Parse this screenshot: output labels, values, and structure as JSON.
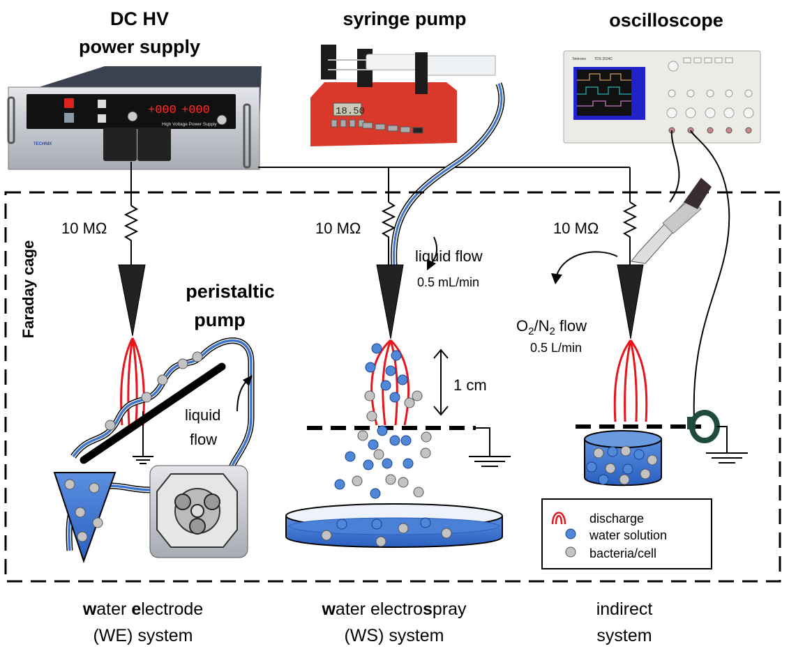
{
  "titles": {
    "power_supply_line1": "DC HV",
    "power_supply_line2": "power supply",
    "syringe_pump": "syringe pump",
    "oscilloscope": "oscilloscope"
  },
  "devices": {
    "power_supply_display_kv": "+000",
    "power_supply_display_ma": "+000",
    "power_supply_caption": "High Voltage Power Supply",
    "power_supply_brand": "TECHNIX",
    "syringe_display": "18.50",
    "oscilloscope_brand": "Tektronix",
    "oscilloscope_model": "TDS 2024C"
  },
  "cage_label": "Faraday cage",
  "resistor_label": "10 MΩ",
  "we": {
    "pump_line1": "peristaltic",
    "pump_line2": "pump",
    "flow_line1": "liquid",
    "flow_line2": "flow",
    "label_line1": [
      {
        "t": "w",
        "b": true
      },
      {
        "t": "ater ",
        "b": false
      },
      {
        "t": "e",
        "b": true
      },
      {
        "t": "lectrode",
        "b": false
      }
    ],
    "label_line2": "(WE) system"
  },
  "ws": {
    "flow_label": "liquid flow",
    "flow_rate": "0.5 mL/min",
    "distance": "1 cm",
    "label_line1": [
      {
        "t": "w",
        "b": true
      },
      {
        "t": "ater electro",
        "b": false
      },
      {
        "t": "s",
        "b": true
      },
      {
        "t": "pray",
        "b": false
      }
    ],
    "label_line2": "(WS) system"
  },
  "indirect": {
    "gas_o": "O",
    "gas_sub1": "2",
    "gas_n": "/N",
    "gas_sub2": "2",
    "gas_flow": " flow",
    "flow_rate": "0.5 L/min",
    "label_line1": "indirect",
    "label_line2": "system"
  },
  "legend": {
    "items": [
      {
        "label": "discharge",
        "icon": "discharge-arcs",
        "color": "#e8141c"
      },
      {
        "label": "water solution",
        "icon": "blue-dot",
        "color": "#4f87d9"
      },
      {
        "label": "bacteria/cell",
        "icon": "grey-dot",
        "color": "#bdbdbd"
      }
    ]
  },
  "colors": {
    "discharge": "#e8141c",
    "water": "#3a73d0",
    "cell": "#bdbdbd",
    "pump_body": "#d9382a"
  }
}
